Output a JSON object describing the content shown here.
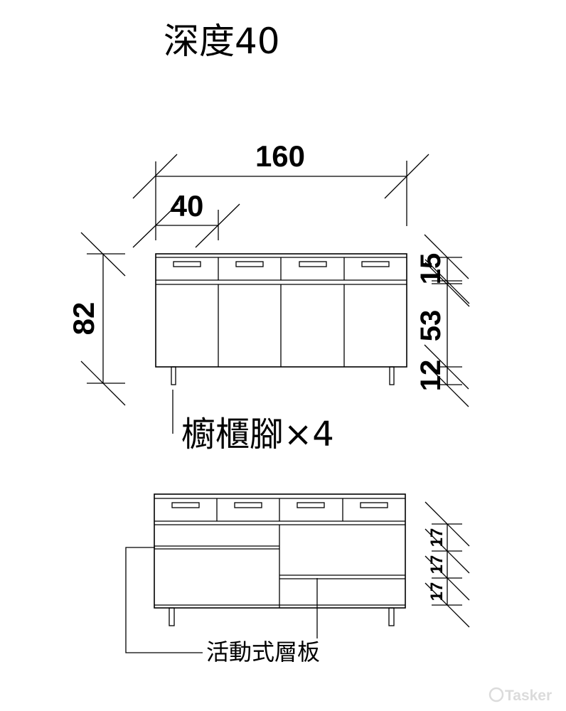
{
  "title": "深度40",
  "front_view": {
    "width_total": "160",
    "width_unit": "40",
    "height_total": "82",
    "height_drawer": "15",
    "height_door": "53",
    "height_leg": "12",
    "leg_label": "櫥櫃腳×4"
  },
  "interior_view": {
    "shelf_spacing": [
      "17",
      "17",
      "17"
    ],
    "shelf_label": "活動式層板"
  },
  "watermark": "Tasker",
  "colors": {
    "line": "#000000",
    "watermark": "#c8c8c8"
  }
}
